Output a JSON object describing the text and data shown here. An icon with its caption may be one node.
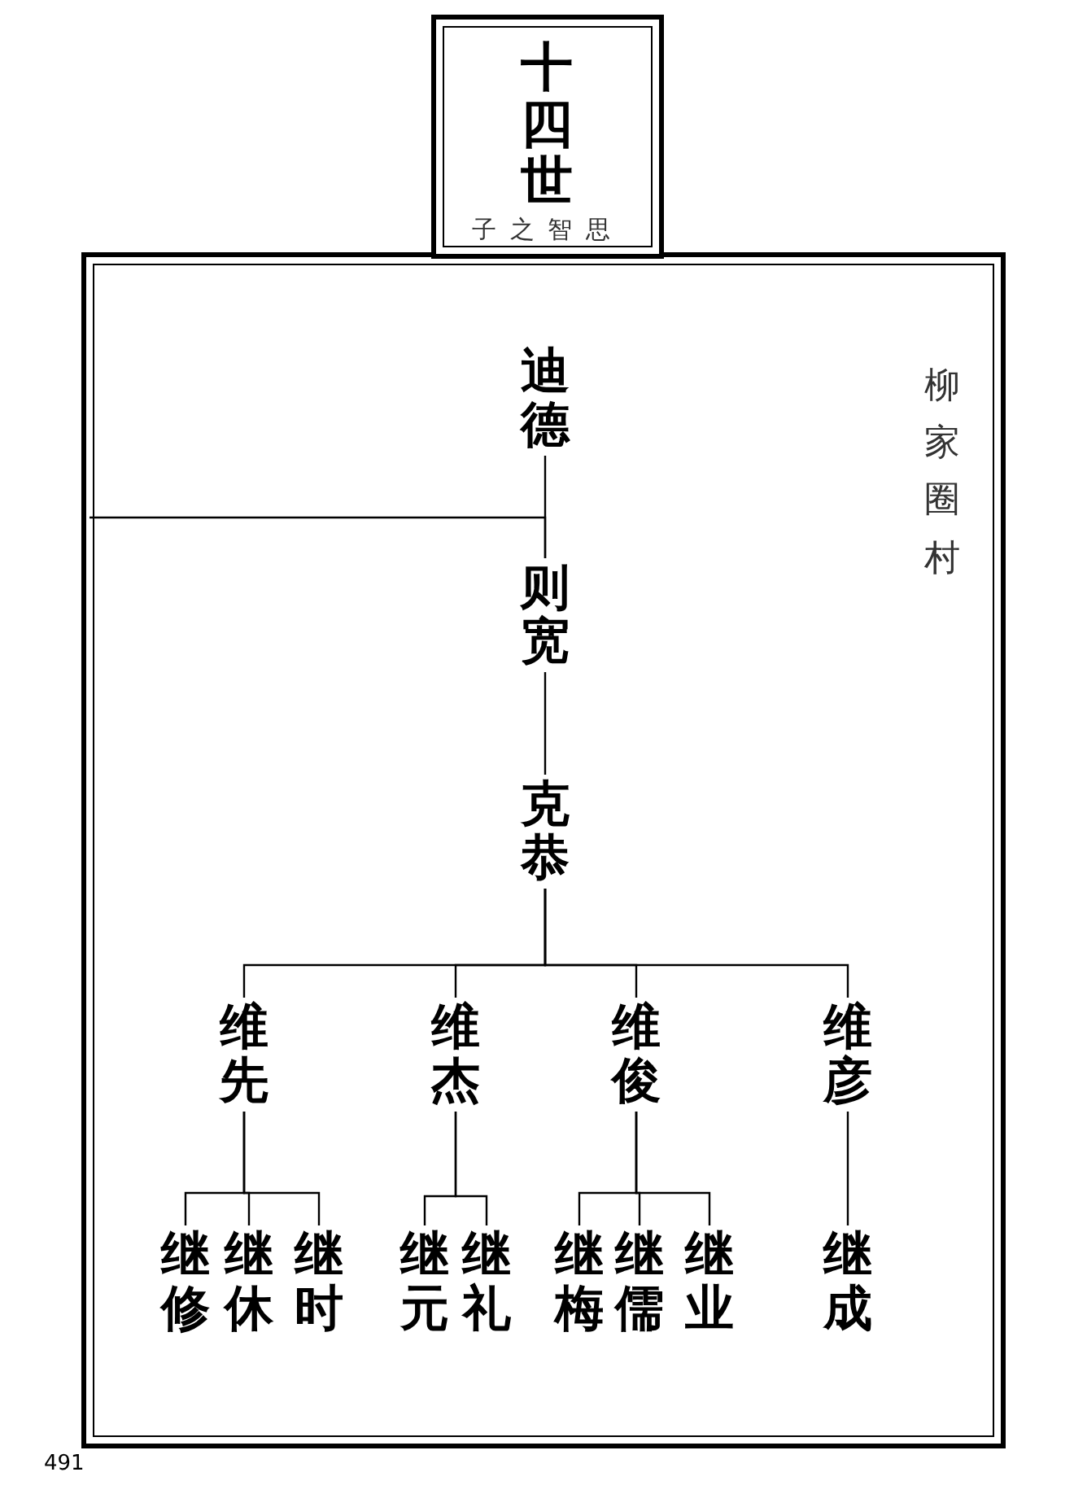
{
  "diagram": {
    "nodes": [
      {
        "text": [
          "十四世",
          "子之智思"
        ]
      },
      {
        "text": [
          "柳家圈村"
        ]
      },
      {
        "text": [
          "迪德"
        ],
        "in": 1
      },
      {
        "text": [
          "则宽"
        ],
        "in": 1
      },
      {
        "text": [
          "克恭"
        ],
        "in": 1
      },
      {
        "text": [
          "维先"
        ],
        "in": 1
      },
      {
        "text": [
          "维杰"
        ],
        "in": 1
      },
      {
        "text": [
          "维俊"
        ],
        "in": 1
      },
      {
        "text": [
          "维彦"
        ],
        "in": 1
      },
      {
        "text": [
          "继修"
        ],
        "in": 1
      },
      {
        "text": [
          "继休"
        ],
        "in": 1
      },
      {
        "text": [
          "继时"
        ],
        "in": 1
      },
      {
        "text": [
          "继元"
        ],
        "in": 1
      },
      {
        "text": [
          "继礼"
        ],
        "in": 1
      },
      {
        "text": [
          "继梅"
        ],
        "in": 1
      },
      {
        "text": [
          "继儒"
        ],
        "in": 1
      },
      {
        "text": [
          "继业"
        ],
        "in": 1
      },
      {
        "text": [
          "继成"
        ],
        "in": 1
      }
    ],
    "edges": [
      {
        "from": null,
        "to": 3,
        "arrow": "none"
      },
      {
        "from": 2,
        "to": 3,
        "arrow": "none"
      },
      {
        "from": 3,
        "to": 4,
        "arrow": "none"
      },
      {
        "from": 4,
        "to": 5,
        "arrow": "none"
      },
      {
        "from": 4,
        "to": 6,
        "arrow": "none"
      },
      {
        "from": 4,
        "to": 7,
        "arrow": "none"
      },
      {
        "from": 4,
        "to": 8,
        "arrow": "none"
      },
      {
        "from": 5,
        "to": 9,
        "arrow": "none"
      },
      {
        "from": 5,
        "to": 10,
        "arrow": "none"
      },
      {
        "from": 5,
        "to": 11,
        "arrow": "none"
      },
      {
        "from": 6,
        "to": 12,
        "arrow": "none"
      },
      {
        "from": 6,
        "to": 13,
        "arrow": "none"
      },
      {
        "from": 7,
        "to": 14,
        "arrow": "none"
      },
      {
        "from": 7,
        "to": 15,
        "arrow": "none"
      },
      {
        "from": 7,
        "to": 16,
        "arrow": "none"
      },
      {
        "from": 8,
        "to": 17,
        "arrow": "none"
      }
    ],
    "labels": [
      "491"
    ]
  }
}
